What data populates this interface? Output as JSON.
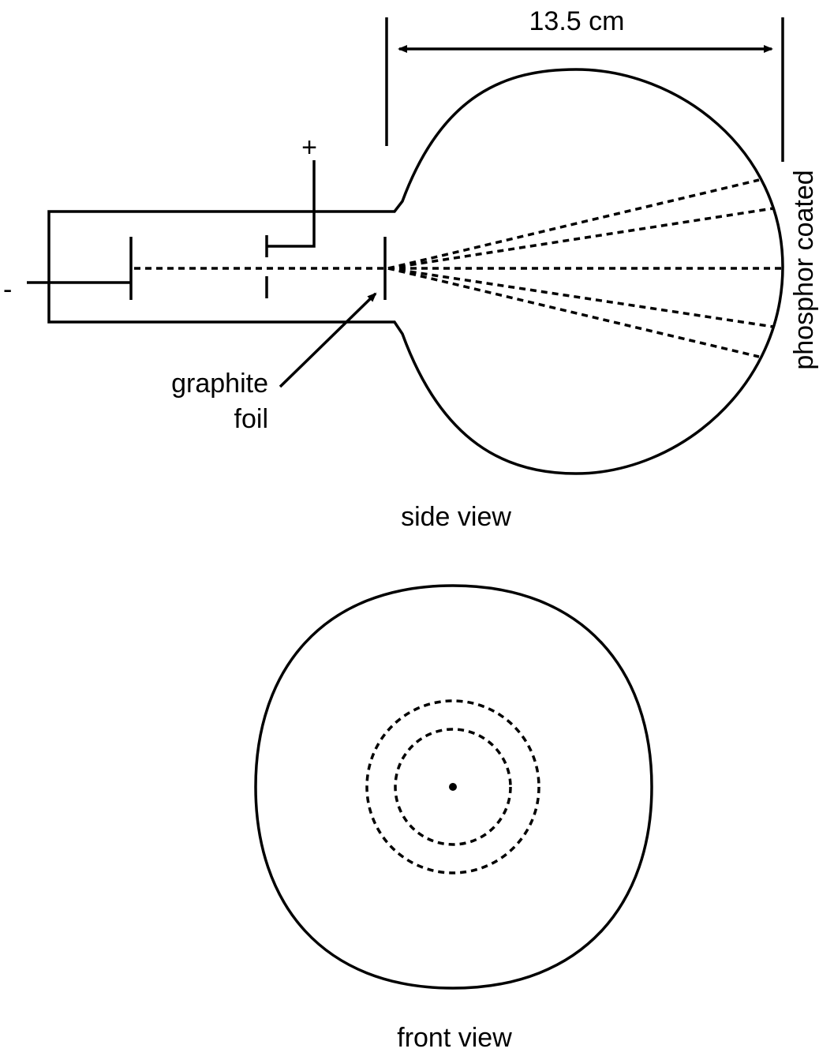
{
  "side_view": {
    "dimension_label": "13.5 cm",
    "plus_label": "+",
    "minus_label": "-",
    "foil_label_line1": "graphite",
    "foil_label_line2": "foil",
    "screen_label": "phosphor coated",
    "caption": "side view"
  },
  "front_view": {
    "caption": "front view"
  }
}
